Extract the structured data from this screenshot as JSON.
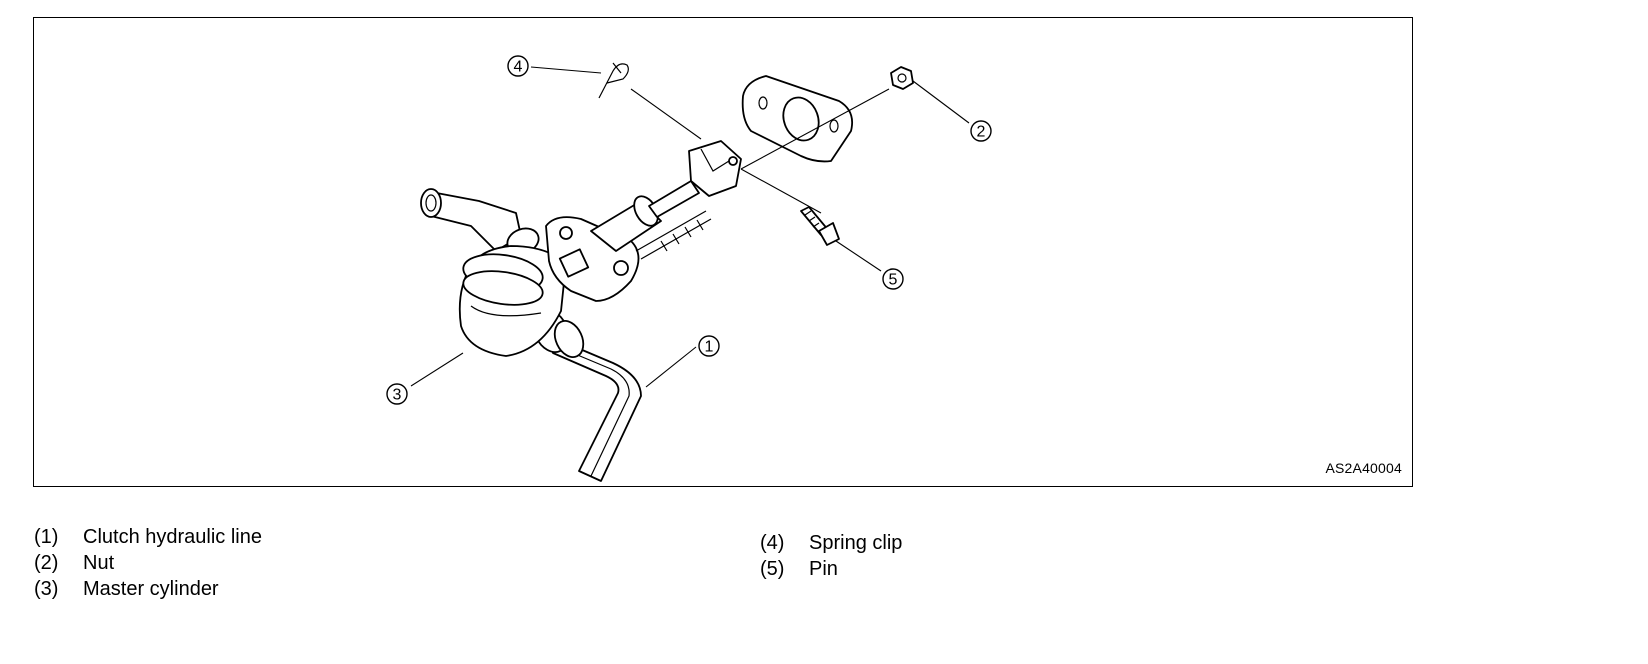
{
  "figure": {
    "code": "AS2A40004",
    "callouts": [
      {
        "id": "1",
        "symbol": "①"
      },
      {
        "id": "2",
        "symbol": "②"
      },
      {
        "id": "3",
        "symbol": "③"
      },
      {
        "id": "4",
        "symbol": "④"
      },
      {
        "id": "5",
        "symbol": "⑤"
      }
    ]
  },
  "legend": {
    "left": [
      {
        "num": "(1)",
        "label": "Clutch hydraulic line"
      },
      {
        "num": "(2)",
        "label": "Nut"
      },
      {
        "num": "(3)",
        "label": "Master cylinder"
      }
    ],
    "right": [
      {
        "num": "(4)",
        "label": "Spring clip"
      },
      {
        "num": "(5)",
        "label": "Pin"
      }
    ]
  }
}
